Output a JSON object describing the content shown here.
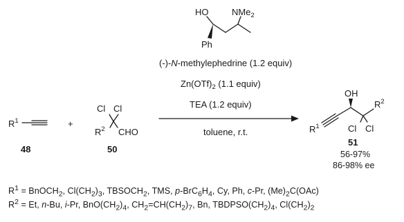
{
  "reagent_structure": {
    "oh": "HO",
    "nme2": "NMe",
    "nme2_sub": "2",
    "ph": "Ph"
  },
  "conditions": {
    "ligand_italic": "N",
    "ligand_prefix": "(-)-",
    "ligand_suffix": "-methylephedrine (1.2 equiv)",
    "zinc_main": "Zn(OTf)",
    "zinc_sub": "2",
    "zinc_rest": " (1.1 equiv)",
    "base": "TEA (1.2 equiv)",
    "solvent": "toluene, r.t."
  },
  "alkyne": {
    "label": "R",
    "label_sup": "1",
    "number": "48"
  },
  "plus": "+",
  "aldehyde": {
    "cl1": "Cl",
    "cl2": "Cl",
    "r": "R",
    "r_sup": "2",
    "cho": "CHO",
    "number": "50"
  },
  "product": {
    "oh": "OH",
    "r2": "R",
    "r2_sup": "2",
    "r1": "R",
    "r1_sup": "1",
    "cl1": "Cl",
    "cl2": "Cl",
    "number": "51",
    "yield": "56-97%",
    "ee": "86-98% ee"
  },
  "r1_def": "R<sup>1</sup> = BnOCH<sub>2</sub>, Cl(CH<sub>2</sub>)<sub>3</sub>, TBSOCH<sub>2</sub>, TMS, <i>p</i>-BrC<sub>6</sub>H<sub>4</sub>, Cy, Ph, <i>c</i>-Pr, (Me)<sub>2</sub>C(OAc)",
  "r2_def": "R<sup>2</sup> = Et, <i>n</i>-Bu, <i>i</i>-Pr, BnO(CH<sub>2</sub>)<sub>4</sub>, CH<sub>2</sub>=CH(CH<sub>2</sub>)<sub>7</sub>, Bn, TBDPSO(CH<sub>2</sub>)<sub>4</sub>, Cl(CH<sub>2</sub>)<sub>2</sub>"
}
